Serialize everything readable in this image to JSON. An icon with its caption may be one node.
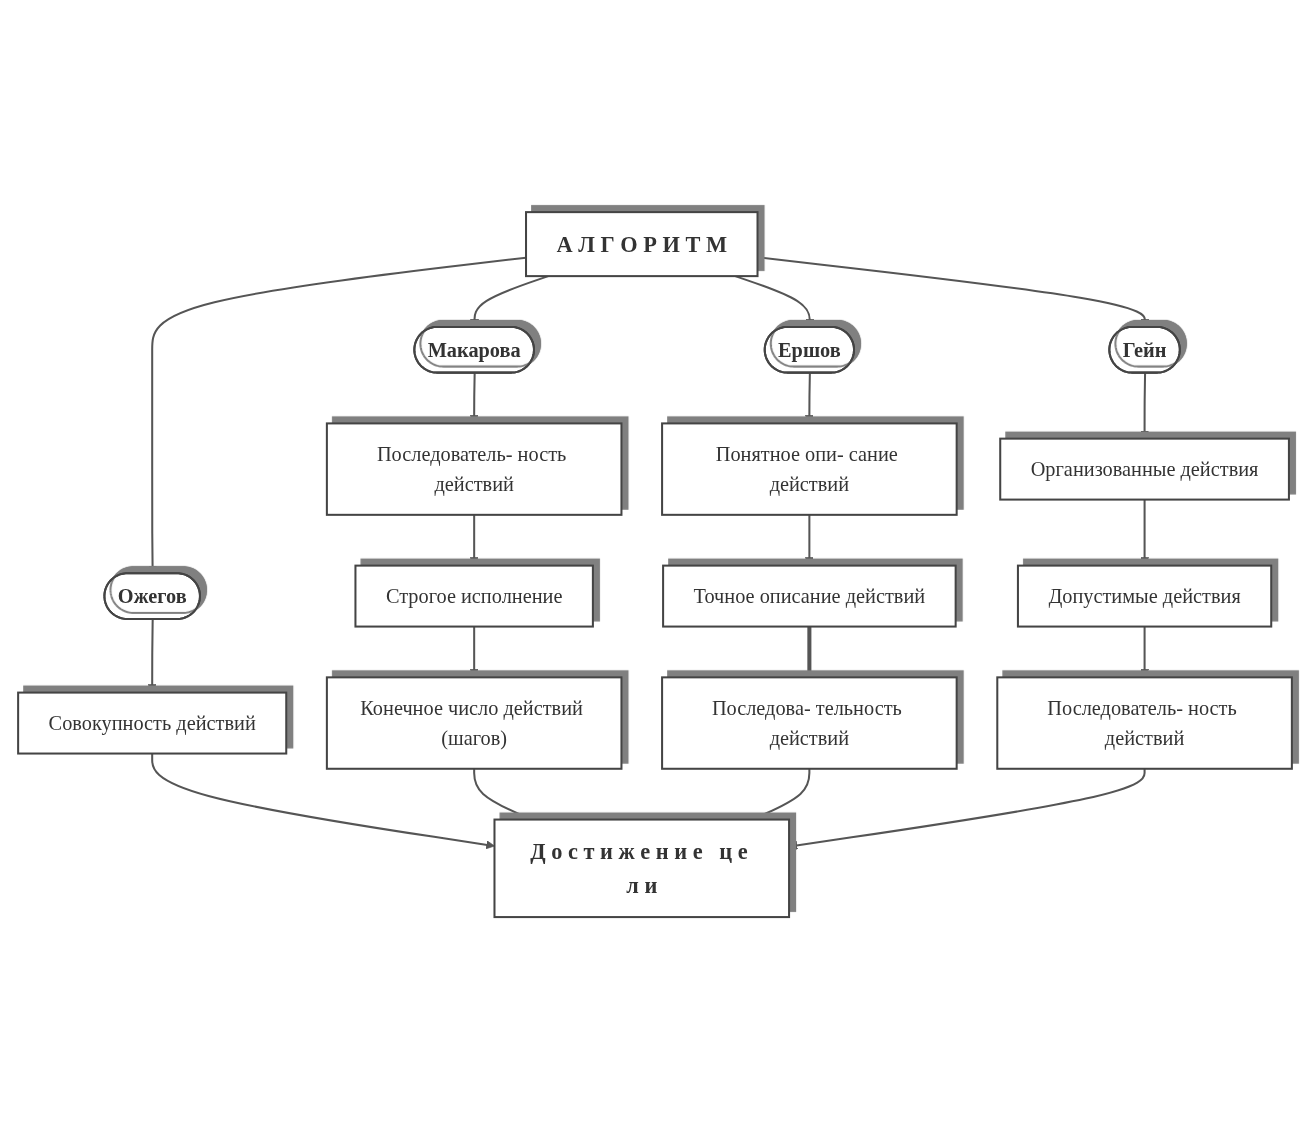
{
  "diagram": {
    "nodes": [
      {
        "text": [
          "А Л Г О Р И Т М"
        ]
      },
      {
        "text": [
          "Макарова"
        ]
      },
      {
        "text": [
          "Ершов"
        ]
      },
      {
        "text": [
          "Гейн"
        ]
      },
      {
        "text": [
          "Ожегов"
        ]
      },
      {
        "text": [
          "Последователь- ность действий"
        ]
      },
      {
        "text": [
          "Понятное опи- сание действий"
        ]
      },
      {
        "text": [
          "Организованные действия"
        ]
      },
      {
        "text": [
          "Совокупность действий"
        ]
      },
      {
        "text": [
          "Строгое исполнение"
        ]
      },
      {
        "text": [
          "Точное описание действий"
        ]
      },
      {
        "text": [
          "Допустимые действия"
        ]
      },
      {
        "text": [
          "Конечное число действий (шагов)"
        ]
      },
      {
        "text": [
          "Последова- тельность действий"
        ]
      },
      {
        "text": [
          "Последователь- ность действий"
        ]
      },
      {
        "text": [
          "Д о с т и ж е н и е   ц е л и"
        ]
      }
    ],
    "edges": [
      {
        "from": 0,
        "to": 1,
        "arrow": "to"
      },
      {
        "from": 0,
        "to": 2,
        "arrow": "to"
      },
      {
        "from": 0,
        "to": 3,
        "arrow": "to"
      },
      {
        "from": 0,
        "to": 4,
        "arrow": "to"
      },
      {
        "from": 1,
        "to": 5,
        "arrow": "to"
      },
      {
        "from": 2,
        "to": 6,
        "arrow": "to"
      },
      {
        "from": 3,
        "to": 7,
        "arrow": "to"
      },
      {
        "from": 4,
        "to": 8,
        "arrow": "to"
      },
      {
        "from": 5,
        "to": 9,
        "arrow": "to"
      },
      {
        "from": 6,
        "to": 10,
        "arrow": "to"
      },
      {
        "from": 7,
        "to": 11,
        "arrow": "to"
      },
      {
        "from": 8,
        "to": 15,
        "arrow": "to"
      },
      {
        "from": 9,
        "to": 12,
        "arrow": "to"
      },
      {
        "from": 10,
        "to": 13,
        "arrow": "none",
        "style": "thick"
      },
      {
        "from": 11,
        "to": 14,
        "arrow": "to"
      },
      {
        "from": 12,
        "to": 15,
        "arrow": "to"
      },
      {
        "from": 13,
        "to": 15,
        "arrow": "to"
      },
      {
        "from": 14,
        "to": 15,
        "arrow": "to"
      }
    ]
  }
}
